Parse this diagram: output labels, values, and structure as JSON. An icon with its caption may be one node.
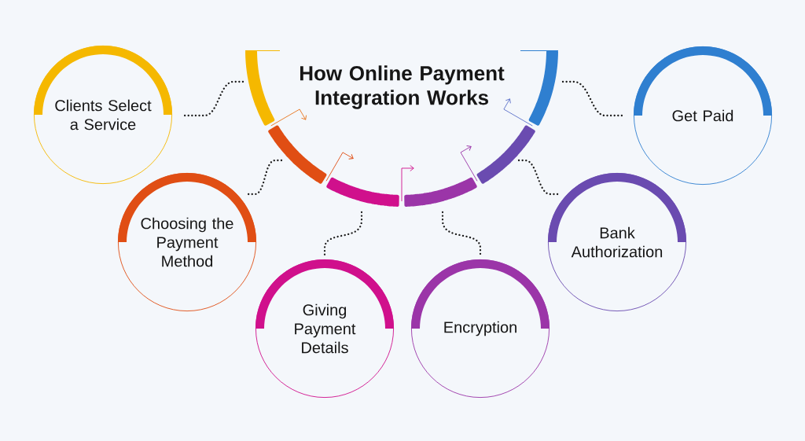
{
  "diagram": {
    "title": "How Online Payment Integration Works",
    "nodes": [
      {
        "text": [
          "Clients Select a Service"
        ]
      },
      {
        "text": [
          "Choosing the Payment Method"
        ]
      },
      {
        "text": [
          "Giving Payment Details"
        ]
      },
      {
        "text": [
          "Encryption"
        ]
      },
      {
        "text": [
          "Bank Authorization"
        ]
      },
      {
        "text": [
          "Get Paid"
        ]
      },
      {
        "text": [],
        "shape": "arc"
      },
      {
        "text": [],
        "shape": "arc"
      },
      {
        "text": [],
        "shape": "arc"
      },
      {
        "text": [],
        "shape": "arc"
      },
      {
        "text": [],
        "shape": "arc"
      },
      {
        "text": [],
        "shape": "arc"
      }
    ],
    "edges": [
      {
        "from": 6,
        "to": 0,
        "arrow": "none",
        "style": "dashed"
      },
      {
        "from": 7,
        "to": 1,
        "arrow": "none",
        "style": "dashed"
      },
      {
        "from": 8,
        "to": 2,
        "arrow": "none",
        "style": "dashed"
      },
      {
        "from": 9,
        "to": 3,
        "arrow": "none",
        "style": "dashed"
      },
      {
        "from": 10,
        "to": 4,
        "arrow": "none",
        "style": "dashed"
      },
      {
        "from": 11,
        "to": 5,
        "arrow": "none",
        "style": "dashed"
      },
      {
        "from": 6,
        "to": 7,
        "arrow": "to",
        "color": "#e8731a"
      },
      {
        "from": 7,
        "to": 8,
        "arrow": "to",
        "color": "#e04e14"
      },
      {
        "from": 8,
        "to": 9,
        "arrow": "to",
        "color": "#d0108c"
      },
      {
        "from": 9,
        "to": 10,
        "arrow": "to",
        "color": "#9b35a8"
      },
      {
        "from": 10,
        "to": 11,
        "arrow": "to",
        "color": "#5a6fc8"
      }
    ]
  }
}
